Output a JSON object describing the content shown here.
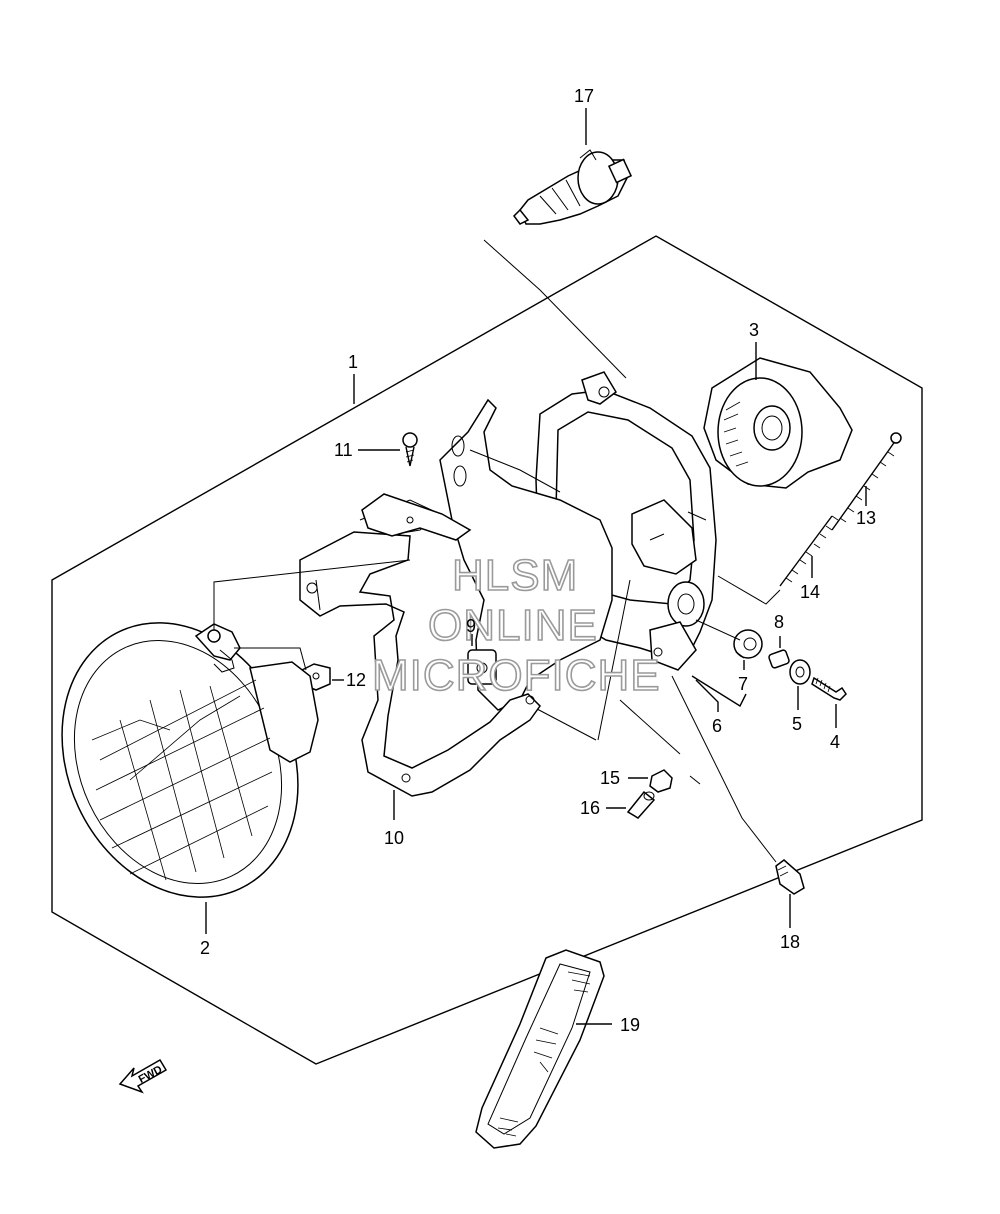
{
  "callouts": {
    "c1": "1",
    "c2": "2",
    "c3": "3",
    "c4": "4",
    "c5": "5",
    "c6": "6",
    "c7": "7",
    "c8": "8",
    "c9": "9",
    "c10": "10",
    "c11": "11",
    "c12": "12",
    "c13": "13",
    "c14": "14",
    "c15": "15",
    "c16": "16",
    "c17": "17",
    "c18": "18",
    "c19": "19"
  },
  "fwd_label": "FWD",
  "watermark": {
    "line1": "HLSM",
    "line2": "ONLINE",
    "line3": "MICROFICHE"
  }
}
